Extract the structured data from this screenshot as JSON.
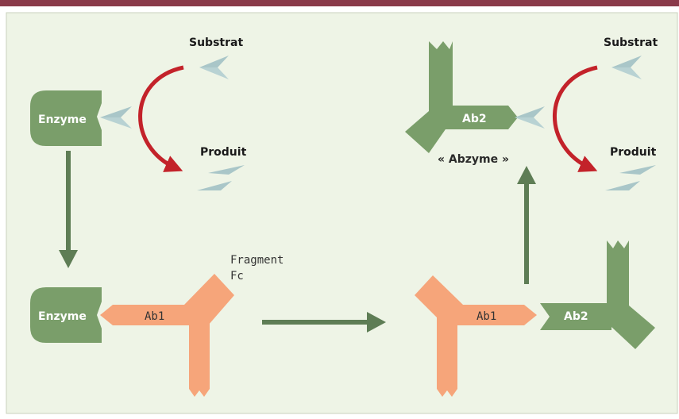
{
  "colors": {
    "top_rule": "#8a3a4a",
    "panel_bg": "#eef4e6",
    "panel_border": "#c9d2bd",
    "enzyme_green": "#7a9e6a",
    "ab2_green": "#7a9e6a",
    "ab1_orange": "#f6a57a",
    "substrate_blue": "#a9c6c8",
    "reaction_red": "#c3222a",
    "arrow_green": "#5e7d55"
  },
  "left": {
    "substrate_label": "Substrat",
    "product_label": "Produit",
    "enzyme_label": "Enzyme"
  },
  "right": {
    "substrate_label": "Substrat",
    "product_label": "Produit",
    "ab2_label": "Ab2",
    "abzyme_label": "« Abzyme »"
  },
  "bottom_left": {
    "enzyme_label": "Enzyme",
    "ab1_label": "Ab1",
    "fragment_line1": "Fragment",
    "fragment_line2": "Fc"
  },
  "bottom_right": {
    "ab1_label": "Ab1",
    "ab2_label": "Ab2"
  }
}
